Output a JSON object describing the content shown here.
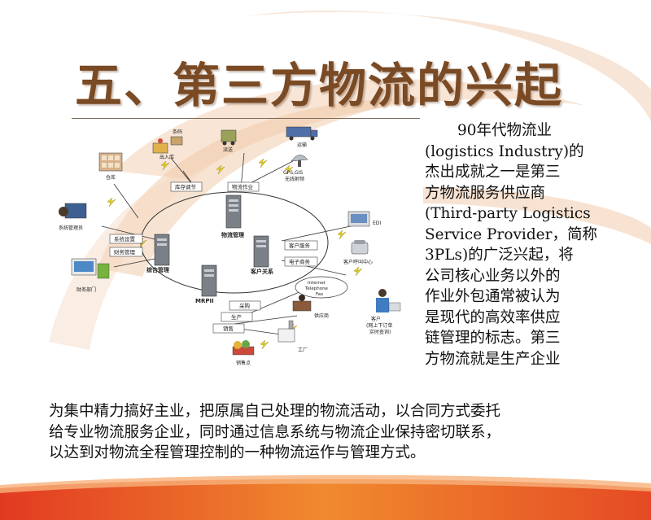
{
  "slide": {
    "title": "五、第三方物流的兴起",
    "colors": {
      "title": "#7a4a24",
      "swoosh": "#e4572e",
      "swoosh_light": "#f3c9a8",
      "server": "#6e737a"
    },
    "paragraph_right": [
      "90年代物流业",
      "(logistics Industry)的",
      "杰出成就之一是第三",
      "方物流服务供应商",
      "(Third-party Logistics",
      "Service Provider，简称",
      "3PLs)的广泛兴起，将",
      "公司核心业务以外的",
      "作业外包通常被认为",
      "是现代的高效率供应",
      "链管理的标志。第三",
      "方物流就是生产企业"
    ],
    "paragraph_bottom": [
      "为集中精力搞好主业，把原属自己处理的物流活动，以合同方式委托",
      "给专业物流服务企业，同时通过信息系统与物流企业保持密切联系，",
      "以达到对物流全程管理控制的一种物流运作与管理方式。"
    ]
  },
  "diagram": {
    "servers": {
      "logistics": "物流管理",
      "integrated": "综合管理",
      "customer": "客户关系",
      "mrp": "MRPII"
    },
    "modules": {
      "inventory": "库存调节",
      "operations": "物流作业",
      "system_settings": "系统设置",
      "finance": "财务管理",
      "customer_service": "客户服务",
      "ecommerce": "电子商务",
      "procurement": "采购",
      "production": "生产",
      "sales": "销售"
    },
    "nodes": {
      "barcode": "条码",
      "inout": "出入库",
      "delivery": "派送",
      "transport": "运输",
      "gps": "GPS,GIS",
      "gps2": "无线射频",
      "warehouse": "仓库",
      "sysadmin": "系统管理员",
      "finance_dept": "财务部门",
      "edi": "EDI",
      "call_center": "客户呼叫中心",
      "internet1": "Internet",
      "internet2": "Telephone",
      "internet3": "Fax",
      "supplier": "供应商",
      "client1": "客户",
      "client2": "(网上下订单",
      "client3": "实时查询)",
      "factory": "工厂",
      "sales_point": "销售点"
    }
  }
}
